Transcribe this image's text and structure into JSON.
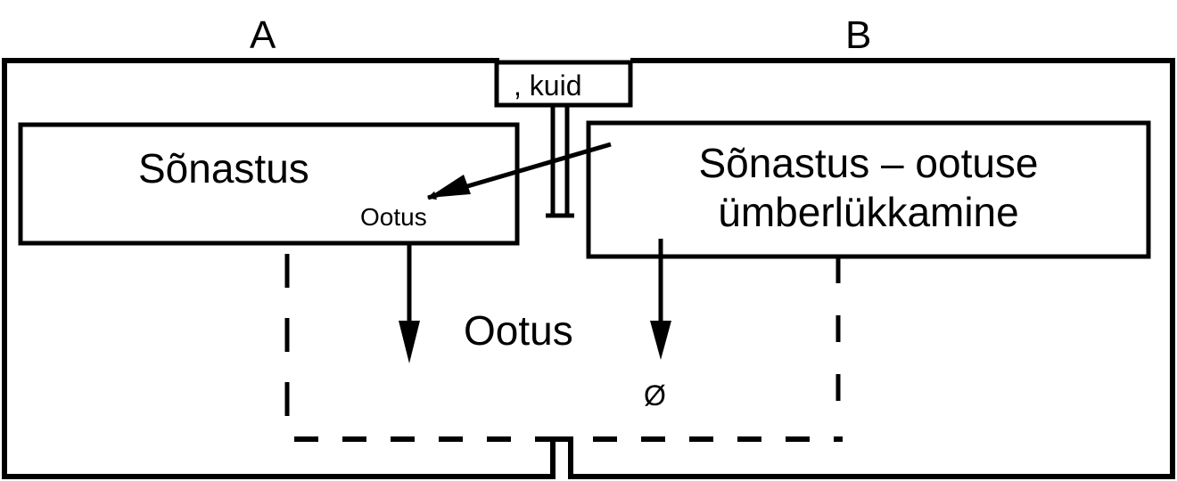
{
  "diagram": {
    "side_labels": {
      "a": "A",
      "b": "B"
    },
    "connector_label": ", kuid",
    "box_a": {
      "title": "Sõnastus",
      "sublabel": "Ootus"
    },
    "box_b": {
      "line1": "Sõnastus – ootuse",
      "line2": "ümberlükkamine"
    },
    "center_label": "Ootus",
    "null_symbol": "Ø",
    "colors": {
      "stroke": "#000000",
      "background": "#ffffff"
    }
  }
}
